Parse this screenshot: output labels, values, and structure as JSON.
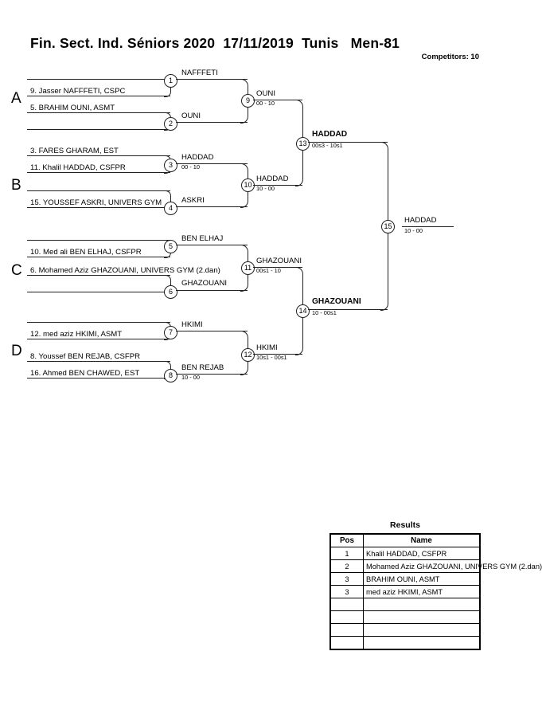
{
  "header": {
    "title": "Fin. Sect. Ind. Séniors 2020  17/11/2019  Tunis   Men-81",
    "competitors": "Competitors: 10"
  },
  "groups": [
    {
      "label": "A"
    },
    {
      "label": "B"
    },
    {
      "label": "C"
    },
    {
      "label": "D"
    }
  ],
  "entries": [
    {
      "name": ""
    },
    {
      "name": "9. Jasser NAFFFETI, CSPC"
    },
    {
      "name": "5. BRAHIM OUNI, ASMT"
    },
    {
      "name": ""
    },
    {
      "name": "3. FARES GHARAM, EST"
    },
    {
      "name": "11. Khalil HADDAD, CSFPR"
    },
    {
      "name": ""
    },
    {
      "name": "15. YOUSSEF ASKRI, UNIVERS GYM"
    },
    {
      "name": ""
    },
    {
      "name": "10. Med ali BEN ELHAJ, CSFPR"
    },
    {
      "name": "6. Mohamed Aziz GHAZOUANI, UNIVERS GYM (2.dan)"
    },
    {
      "name": ""
    },
    {
      "name": ""
    },
    {
      "name": "12. med aziz HKIMI, ASMT"
    },
    {
      "name": "8. Youssef BEN REJAB, CSFPR"
    },
    {
      "name": "16. Ahmed BEN CHAWED, EST"
    }
  ],
  "matches": [
    {
      "number": "1",
      "winner": "NAFFFETI",
      "score": ""
    },
    {
      "number": "2",
      "winner": "OUNI",
      "score": ""
    },
    {
      "number": "3",
      "winner": "HADDAD",
      "score": "00 - 10"
    },
    {
      "number": "4",
      "winner": "ASKRI",
      "score": ""
    },
    {
      "number": "5",
      "winner": "BEN ELHAJ",
      "score": ""
    },
    {
      "number": "6",
      "winner": "GHAZOUANI",
      "score": ""
    },
    {
      "number": "7",
      "winner": "HKIMI",
      "score": ""
    },
    {
      "number": "8",
      "winner": "BEN REJAB",
      "score": "10 - 00"
    },
    {
      "number": "9",
      "winner": "OUNI",
      "score": "00 - 10"
    },
    {
      "number": "10",
      "winner": "HADDAD",
      "score": "10 - 00"
    },
    {
      "number": "11",
      "winner": "GHAZOUANI",
      "score": "00s1 - 10"
    },
    {
      "number": "12",
      "winner": "HKIMI",
      "score": "10s1 - 00s1"
    },
    {
      "number": "13",
      "winner": "HADDAD",
      "score": "00s3 - 10s1"
    },
    {
      "number": "14",
      "winner": "GHAZOUANI",
      "score": "10 - 00s1"
    },
    {
      "number": "15",
      "winner": "HADDAD",
      "score": "10 - 00"
    }
  ],
  "results": {
    "title": "Results",
    "columns": [
      "Pos",
      "Name"
    ],
    "rows": [
      {
        "pos": "1",
        "name": "Khalil HADDAD, CSFPR"
      },
      {
        "pos": "2",
        "name": "Mohamed Aziz GHAZOUANI, UNIVERS GYM (2.dan)"
      },
      {
        "pos": "3",
        "name": "BRAHIM OUNI, ASMT"
      },
      {
        "pos": "3",
        "name": "med aziz HKIMI, ASMT"
      },
      {
        "pos": "",
        "name": ""
      },
      {
        "pos": "",
        "name": ""
      },
      {
        "pos": "",
        "name": ""
      },
      {
        "pos": "",
        "name": ""
      }
    ]
  }
}
